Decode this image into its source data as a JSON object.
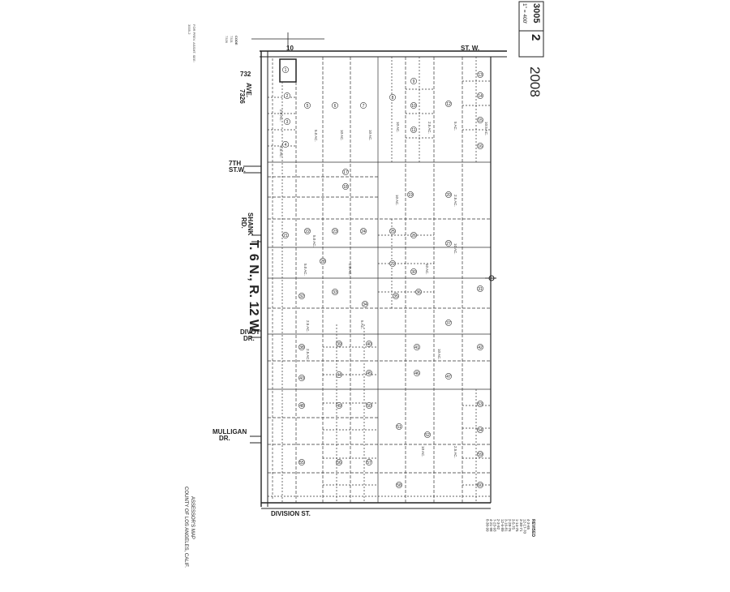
{
  "map_header": {
    "book_number": "3005",
    "page_number": "2",
    "year": "2008",
    "scale": "1\" = 400'"
  },
  "township": "T. 6 N., R. 12 W.",
  "streets": {
    "top_street_a": "10",
    "top_street_b": "ST. W.",
    "left_ave_code_a": "732",
    "left_ave_code_b": "7326",
    "left_ave": "AVE.",
    "seventh_st_a": "7TH",
    "seventh_st_b": "ST.W.",
    "shank_a": "SHANK",
    "shank_b": "RD.",
    "divot_a": "DIVOT",
    "divot_b": "DR.",
    "mulligan_a": "MULLIGAN",
    "mulligan_b": "DR.",
    "division": "DIVISION ST."
  },
  "codes_top_left": [
    "CODE",
    "7321",
    "7326"
  ],
  "notes_left": [
    "FOR PREV. ASSMT. SEE:",
    "3005-2"
  ],
  "footer_left": [
    "ASSESSOR'S MAP",
    "COUNTY OF LOS ANGELES, CALIF."
  ],
  "revised_title": "REVISED",
  "revised_dates": [
    "4-3-65",
    "12-17-70",
    "3-30-71",
    "1-14-75",
    "3-5-75",
    "2-28-76",
    "3-16-81",
    "12-6-89",
    "2-3-92",
    "7-23-93",
    "4-21-98",
    "8-30-99"
  ],
  "parcel_numbers": [
    "1",
    "2",
    "3",
    "4",
    "5",
    "6",
    "7",
    "8",
    "9",
    "10",
    "11",
    "12",
    "13",
    "14",
    "15",
    "16",
    "17",
    "18",
    "19",
    "20",
    "21",
    "22",
    "23",
    "24",
    "25",
    "26",
    "27",
    "28",
    "29",
    "30",
    "31",
    "32",
    "33",
    "34",
    "35",
    "36",
    "37",
    "38",
    "39",
    "40",
    "41",
    "42",
    "43",
    "44",
    "45",
    "46",
    "47",
    "48",
    "49",
    "50",
    "51",
    "52",
    "53",
    "54",
    "55",
    "56",
    "57",
    "58",
    "59",
    "60"
  ],
  "acreage_labels": [
    "2.5 AC.",
    "2.5 AC.",
    "5.0 AC.",
    "10 AC.",
    "10 AC.",
    "10 AC.",
    "2.5 AC.",
    "5 AC.",
    "10.5 AC.",
    "10 AC.",
    "2.5 AC.",
    "5.0 AC.",
    "5.0 AC.",
    "2.5 AC.",
    "10 AC.",
    "10 AC.",
    "2.5 AC.",
    "5 AC.",
    "2.5 AC.",
    "10 AC.",
    "10 AC.",
    "2.5 AC."
  ]
}
